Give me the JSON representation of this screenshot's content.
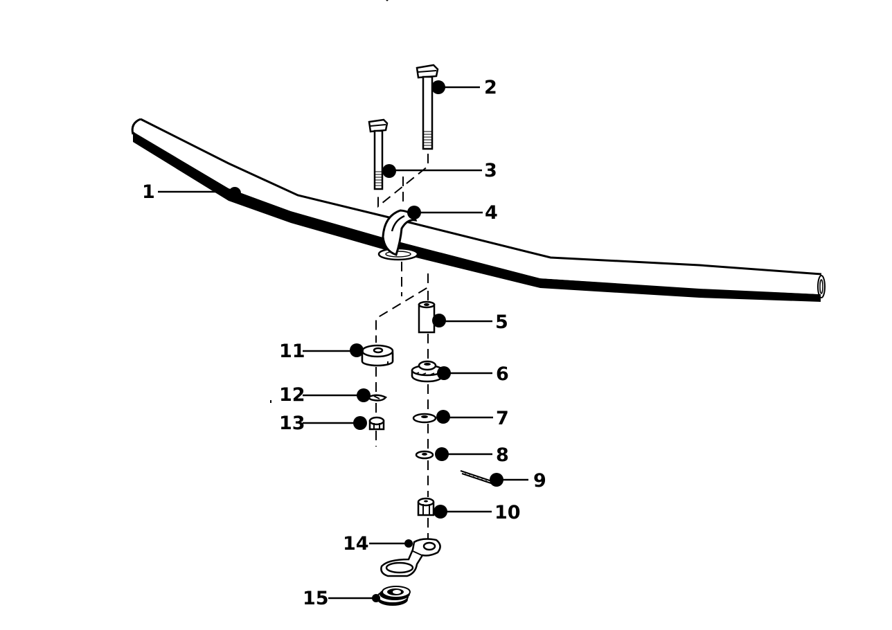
{
  "diagram": {
    "type": "exploded-parts-view",
    "subject": "stabilizer bar assembly",
    "ink_color": "#000000",
    "background_color": "#ffffff"
  },
  "callouts": [
    {
      "number": "1",
      "part": "stabilizer-bar"
    },
    {
      "number": "2",
      "part": "t-head-bolt-long"
    },
    {
      "number": "3",
      "part": "t-head-bolt-short"
    },
    {
      "number": "4",
      "part": "clamp-bracket"
    },
    {
      "number": "5",
      "part": "spacer-sleeve"
    },
    {
      "number": "6",
      "part": "rubber-bushing"
    },
    {
      "number": "7",
      "part": "washer-large"
    },
    {
      "number": "8",
      "part": "washer-small"
    },
    {
      "number": "9",
      "part": "cotter-pin"
    },
    {
      "number": "10",
      "part": "castle-nut"
    },
    {
      "number": "11",
      "part": "rubber-mount"
    },
    {
      "number": "12",
      "part": "lock-washer"
    },
    {
      "number": "13",
      "part": "hex-nut"
    },
    {
      "number": "14",
      "part": "mounting-bracket"
    },
    {
      "number": "15",
      "part": "grommet"
    }
  ]
}
